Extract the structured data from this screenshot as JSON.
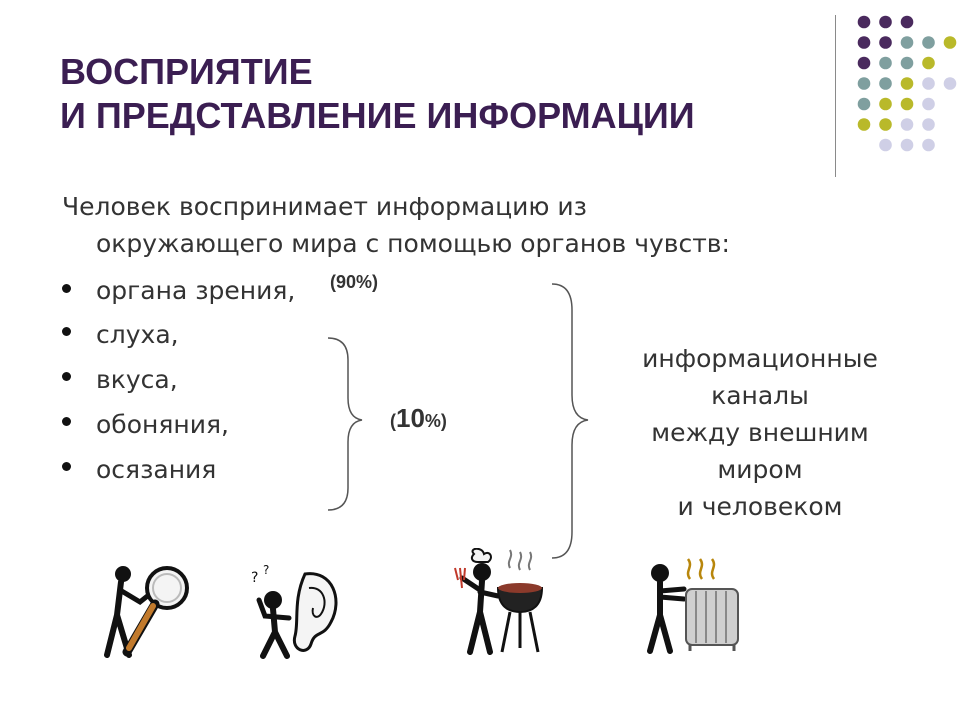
{
  "title": {
    "line1": "ВОСПРИЯТИЕ",
    "line2": "И ПРЕДСТАВЛЕНИЕ ИНФОРМАЦИИ"
  },
  "intro": {
    "line1": "Человек воспринимает информацию из",
    "line2": "окружающего мира с помощью органов чувств:"
  },
  "senses": [
    "органа зрения,",
    "слуха,",
    "вкуса,",
    "обоняния,",
    "осязания"
  ],
  "vision_percent": "(90%)",
  "other_percent": {
    "open": "(",
    "value": "10",
    "close": "%)"
  },
  "channels": {
    "line1": "информационные",
    "line2": "каналы",
    "line3": "между внешним",
    "line4": "миром",
    "line5": "и человеком"
  },
  "icons": [
    "magnifier-person-icon",
    "listening-person-icon",
    "cooking-person-icon",
    "warming-person-icon"
  ],
  "colors": {
    "title": "#3b1e52",
    "dot_purple": "#4a2a5e",
    "dot_teal": "#7f9f9f",
    "dot_olive": "#b9b92a",
    "dot_lavender": "#cfcfe6"
  }
}
